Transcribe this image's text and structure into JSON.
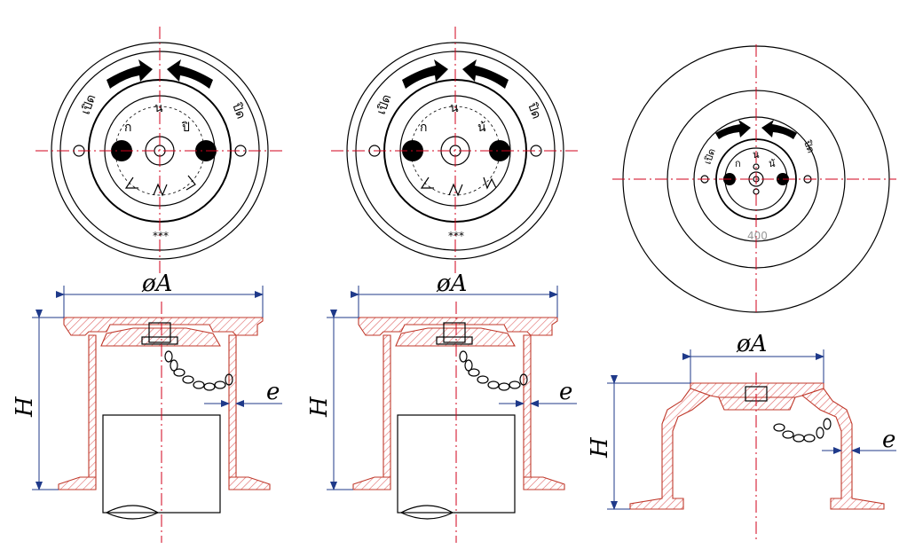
{
  "figure": {
    "dimension_labels": {
      "diameter": "øA",
      "height": "H",
      "wall": "e"
    },
    "views": [
      {
        "id": "model-1",
        "open_left": "เปิด",
        "open_right": "ปิด",
        "badge": "***",
        "glyphs": [
          "ก",
          "น",
          "ปิ"
        ]
      },
      {
        "id": "model-2",
        "open_left": "เปิด",
        "open_right": "ปิด",
        "badge": "***",
        "glyphs": [
          "ก",
          "น",
          "น้"
        ]
      },
      {
        "id": "model-3",
        "open_left": "เปิด",
        "open_right": "ปิด",
        "badge": "400",
        "glyphs": [
          "ก",
          "น",
          "น้"
        ]
      }
    ]
  }
}
